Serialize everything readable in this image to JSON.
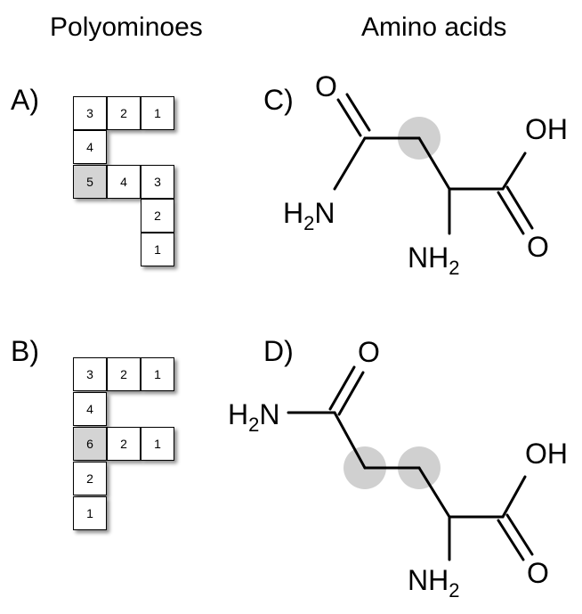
{
  "headings": {
    "polyominoes": "Polyominoes",
    "amino_acids": "Amino acids"
  },
  "panels": {
    "a": "A)",
    "b": "B)",
    "c": "C)",
    "d": "D)"
  },
  "polyomino_a": {
    "cells": [
      "3",
      "2",
      "1",
      "4",
      "5",
      "4",
      "3",
      "2",
      "1"
    ],
    "highlighted": "5"
  },
  "polyomino_b": {
    "cells": [
      "3",
      "2",
      "1",
      "4",
      "6",
      "2",
      "1",
      "2",
      "1"
    ],
    "highlighted": "6"
  },
  "molecule_c": {
    "atoms": {
      "o_top": "O",
      "h2n": "H2N",
      "oh": "OH",
      "nh2": "NH2",
      "o_bottom": "O"
    }
  },
  "molecule_d": {
    "atoms": {
      "o_top": "O",
      "h2n": "H2N",
      "oh": "OH",
      "nh2": "NH2",
      "o_bottom": "O"
    }
  },
  "colors": {
    "cell_highlight": "#d4d4d4",
    "carbon_highlight": "#d0d0d0"
  }
}
